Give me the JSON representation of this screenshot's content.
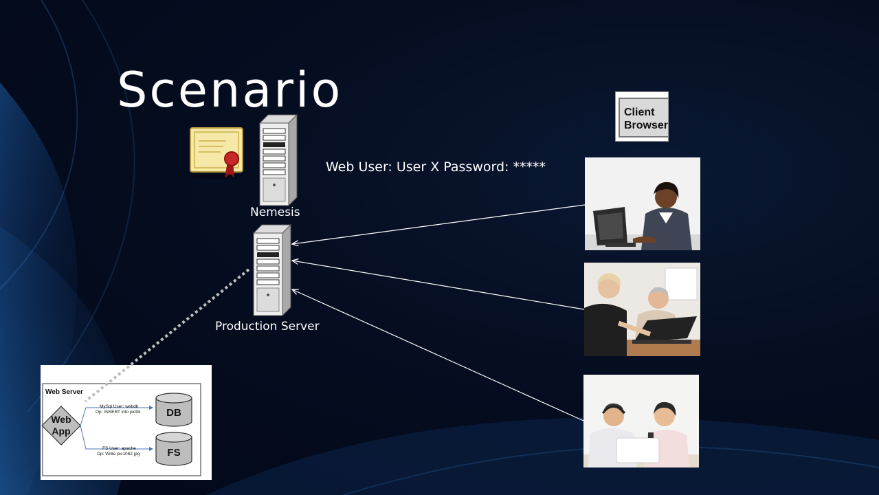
{
  "slide": {
    "title": "Scenario",
    "credentials": "Web User: User X  Password: *****",
    "client_browser": {
      "line1": "Client",
      "line2": "Browser"
    }
  },
  "servers": {
    "nemesis": {
      "label": "Nemesis"
    },
    "production": {
      "label": "Production Server"
    }
  },
  "web_server_diagram": {
    "title": "Web Server",
    "app_line1": "Web",
    "app_line2": "App",
    "db_label": "DB",
    "fs_label": "FS",
    "db_note_line1": "MySql User: webdb",
    "db_note_line2": "Op: INSERT into pictbl",
    "fs_note_line1": "FS User: apache",
    "fs_note_line2": "Op: Write pic1082.jpg"
  },
  "icons": {
    "certificate": "certificate-icon",
    "server": "server-tower-icon",
    "users": "user-photo"
  },
  "colors": {
    "background": "#040c20",
    "text": "#ffffff",
    "arrow": "#ffffff",
    "dotted_link": "#bdbdbd",
    "certificate_paper": "#f6e8a6",
    "certificate_seal": "#c62828"
  }
}
